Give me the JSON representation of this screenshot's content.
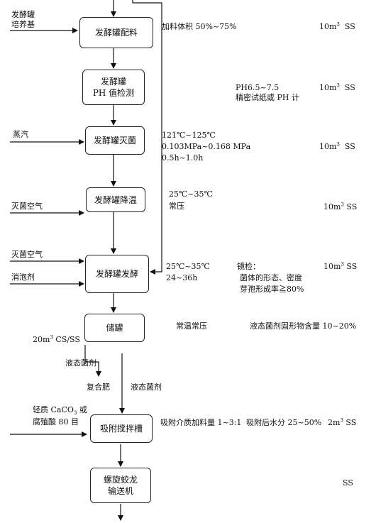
{
  "nodes": {
    "peiliao": {
      "line1": "发酵罐配料",
      "line2": ""
    },
    "ph": {
      "line1": "发酵罐",
      "line2": "PH 值检测"
    },
    "miejun": {
      "line1": "发酵罐灭菌",
      "line2": ""
    },
    "jiangwen": {
      "line1": "发酵罐降温",
      "line2": ""
    },
    "fajiao": {
      "line1": "发酵罐发酵",
      "line2": ""
    },
    "chuguan": {
      "line1": "储罐",
      "line2": ""
    },
    "xifu": {
      "line1": "吸附搅拌槽",
      "line2": ""
    },
    "luoxuan": {
      "line1": "螺旋蛟龙",
      "line2": "输送机"
    }
  },
  "inputs": {
    "medium_1": "发酵罐",
    "medium_2": "培养基",
    "steam": "蒸汽",
    "sterile_air_1": "灭菌空气",
    "sterile_air_2": "灭菌空气",
    "defoamer": "消泡剂",
    "caco3_prefix": "轻质 CaCO",
    "caco3_sub": "3",
    "caco3_suffix": " 或",
    "humic": "腐殖酸 80 目"
  },
  "params": {
    "peiliao": "加料体积 50%~75%",
    "ph_1": "PH6.5~7.5",
    "ph_2": "精密试纸或 PH 计",
    "miejun_1": "121℃~125℃",
    "miejun_2": "0.103MPa~0.168 MPa",
    "miejun_3": "0.5h~1.0h",
    "jiangwen_1": "25℃~35℃",
    "jiangwen_2": "常压",
    "fajiao_1": "25℃~35℃",
    "fajiao_2": "24~36h",
    "jingjian_1": "镜检：",
    "jingjian_2": "菌体的形态、密度",
    "jingjian_3": "芽孢形成率≧80%",
    "chuguan_1": "常温常压",
    "chuguan_2": "液态菌剂固形物含量 10~20%",
    "xifu_1": "吸附介质加料量 1~3:1",
    "xifu_2": "吸附后水分 25~50%"
  },
  "equipment": {
    "peiliao": {
      "prefix": "10m",
      "sup": "3",
      "suffix": "  SS"
    },
    "ph": {
      "prefix": "10m",
      "sup": "3",
      "suffix": "  SS"
    },
    "miejun": {
      "prefix": "10m",
      "sup": "3",
      "suffix": "  SS"
    },
    "jiangwen": {
      "prefix": "10m",
      "sup": "3",
      "suffix": " SS"
    },
    "fajiao": {
      "prefix": "10m",
      "sup": "3",
      "suffix": " SS"
    },
    "chuguan": {
      "prefix": "20m",
      "sup": "3",
      "suffix": " CS/SS"
    },
    "xifu": {
      "prefix": "2m",
      "sup": "3",
      "suffix": " SS"
    },
    "luoxuan": {
      "prefix": "",
      "sup": "",
      "suffix": "SS"
    }
  },
  "branch": {
    "liquid_agent_left": "液态菌剂",
    "compound_fertilizer": "复合肥",
    "liquid_agent_right": "液态菌剂"
  }
}
